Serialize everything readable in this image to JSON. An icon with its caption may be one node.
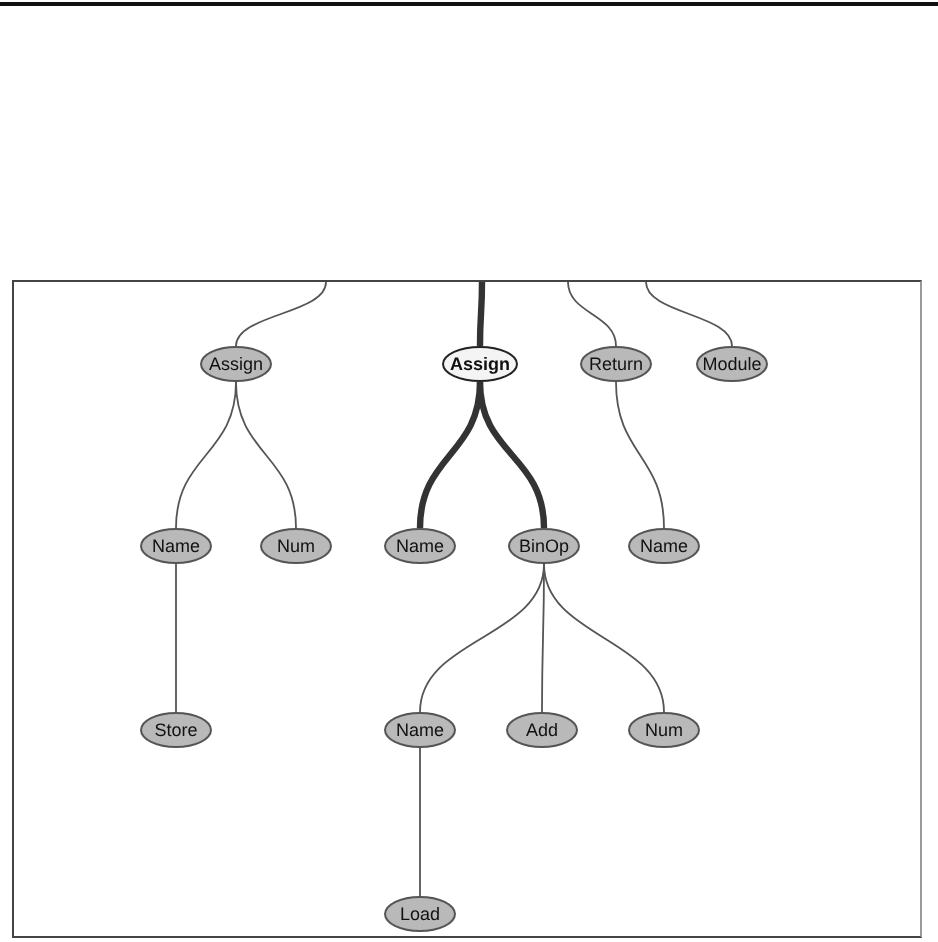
{
  "diagram": {
    "nodes": [
      {
        "text": [
          "Assign"
        ]
      },
      {
        "text": [
          "Assign"
        ]
      },
      {
        "text": [
          "Return"
        ]
      },
      {
        "text": [
          "Module"
        ]
      },
      {
        "text": [
          "Name"
        ]
      },
      {
        "text": [
          "Num"
        ]
      },
      {
        "text": [
          "Name"
        ]
      },
      {
        "text": [
          "BinOp"
        ]
      },
      {
        "text": [
          "Name"
        ]
      },
      {
        "text": [
          "Store"
        ]
      },
      {
        "text": [
          "Name"
        ]
      },
      {
        "text": [
          "Add"
        ]
      },
      {
        "text": [
          "Num"
        ]
      },
      {
        "text": [
          "Load"
        ]
      }
    ],
    "edges": [
      {
        "from": null,
        "to": 0,
        "arrow": "none"
      },
      {
        "from": null,
        "to": 1,
        "arrow": "none",
        "style": "thick"
      },
      {
        "from": null,
        "to": 2,
        "arrow": "none"
      },
      {
        "from": null,
        "to": 3,
        "arrow": "none"
      },
      {
        "from": 0,
        "to": 4,
        "arrow": "none"
      },
      {
        "from": 0,
        "to": 5,
        "arrow": "none"
      },
      {
        "from": 1,
        "to": 6,
        "arrow": "none",
        "style": "thick"
      },
      {
        "from": 1,
        "to": 7,
        "arrow": "none",
        "style": "thick"
      },
      {
        "from": 2,
        "to": 8,
        "arrow": "none"
      },
      {
        "from": 4,
        "to": 9,
        "arrow": "none"
      },
      {
        "from": 7,
        "to": 10,
        "arrow": "none"
      },
      {
        "from": 7,
        "to": 11,
        "arrow": "none"
      },
      {
        "from": 7,
        "to": 12,
        "arrow": "none"
      },
      {
        "from": 10,
        "to": 13,
        "arrow": "none"
      }
    ]
  }
}
